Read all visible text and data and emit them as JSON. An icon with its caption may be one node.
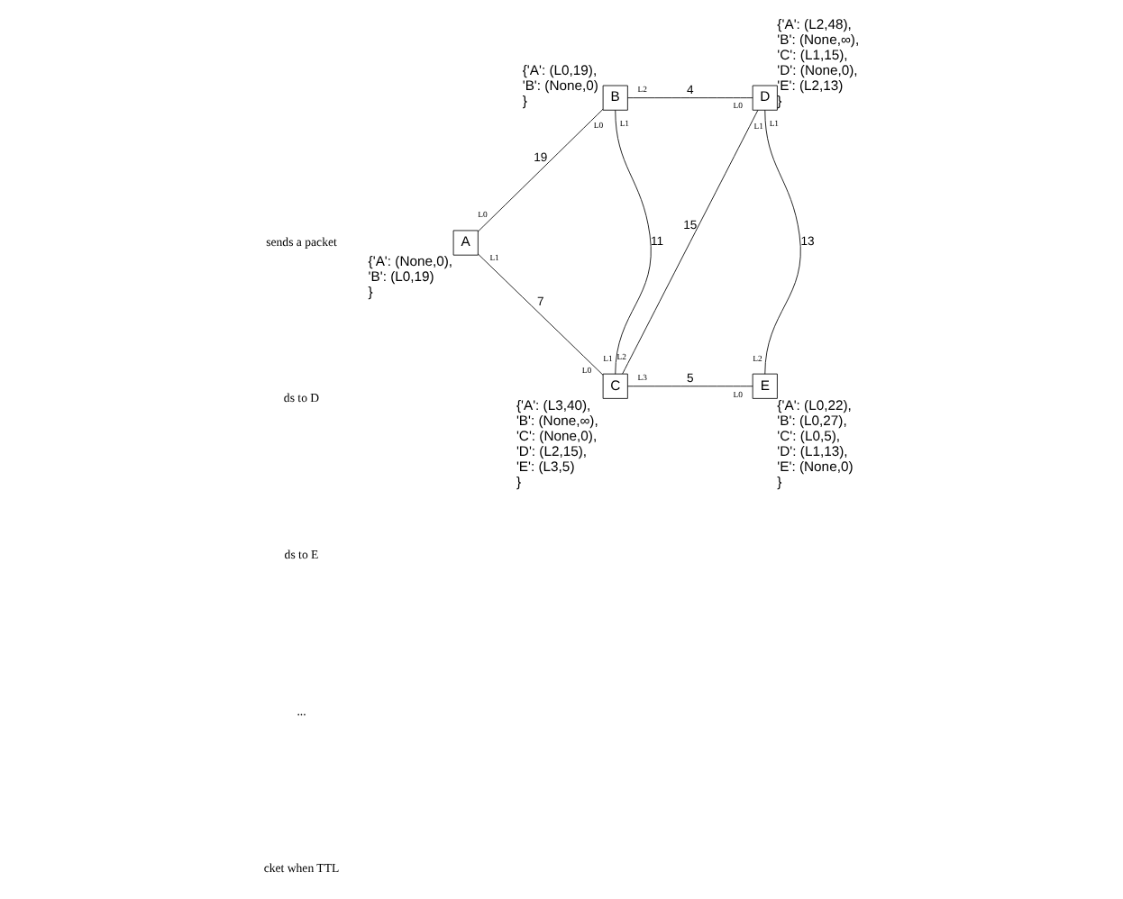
{
  "diagram": {
    "nodes": [
      {
        "text": [
          "A"
        ],
        "beside": [
          "{'A': (None,0), 'B': (L0,19) }"
        ]
      },
      {
        "text": [
          "B"
        ],
        "beside": [
          "{'A': (L0,19), 'B': (None,0) }"
        ]
      },
      {
        "text": [
          "C"
        ],
        "beside": [
          "{'A': (L3,40), 'B': (None,∞), 'C': (None,0), 'D': (L2,15), 'E': (L3,5) }"
        ]
      },
      {
        "text": [
          "D"
        ],
        "beside": [
          "{'A': (L2,48), 'B': (None,∞), 'C': (L1,15), 'D': (None,0), 'E': (L2,13) }"
        ]
      },
      {
        "text": [
          "E"
        ],
        "beside": [
          "{'A': (L0,22), 'B': (L0,27), 'C': (L0,5), 'D': (L1,13), 'E': (None,0) }"
        ]
      }
    ],
    "edges": [
      {
        "from": 0,
        "to": 1,
        "arrow": "none",
        "label": "19"
      },
      {
        "from": 0,
        "to": 2,
        "arrow": "none",
        "label": "7"
      },
      {
        "from": 1,
        "to": 2,
        "arrow": "none",
        "label": "11"
      },
      {
        "from": 1,
        "to": 3,
        "arrow": "none",
        "label": "4"
      },
      {
        "from": 2,
        "to": 3,
        "arrow": "none",
        "label": "15"
      },
      {
        "from": 2,
        "to": 4,
        "arrow": "none",
        "label": "5"
      },
      {
        "from": 3,
        "to": 4,
        "arrow": "none",
        "label": "13"
      }
    ],
    "labels": [
      "L0",
      "L2",
      "L0",
      "L0",
      "L1",
      "L1",
      "L2",
      "L1",
      "L1",
      "L1",
      "L2",
      "L0",
      "L0",
      "L3",
      "sends a packet",
      "ds to D",
      "ds to E",
      "...",
      "cket when TTL"
    ]
  }
}
